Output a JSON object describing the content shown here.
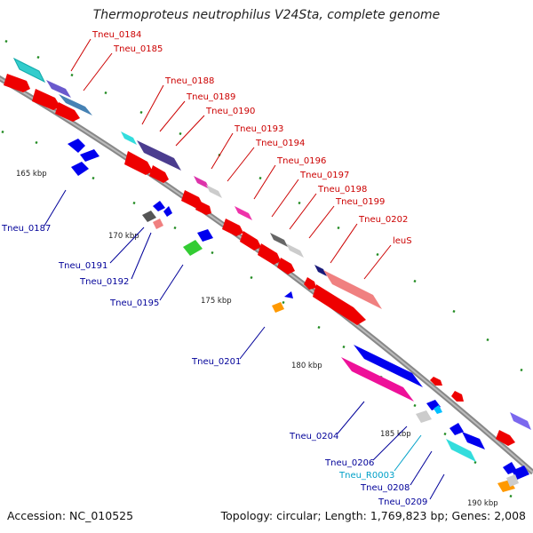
{
  "title": "Thermoproteus neutrophilus V24Sta, complete genome",
  "accession": "Accession: NC_010525",
  "topology": "Topology: circular; Length: 1,769,823 bp; Genes: 2,008",
  "colors": {
    "forward_label": "#cc0000",
    "reverse_label": "#000099",
    "rna_label": "#00a0c8",
    "backbone": "#888888",
    "tick": "#228b22"
  },
  "ruler_labels": [
    "165 kbp",
    "170 kbp",
    "175 kbp",
    "180 kbp",
    "185 kbp",
    "190 kbp"
  ],
  "forward_genes": [
    "Tneu_0184",
    "Tneu_0185",
    "Tneu_0188",
    "Tneu_0189",
    "Tneu_0190",
    "Tneu_0193",
    "Tneu_0194",
    "Tneu_0196",
    "Tneu_0197",
    "Tneu_0198",
    "Tneu_0199",
    "Tneu_0202",
    "leuS"
  ],
  "reverse_genes": [
    "Tneu_0187",
    "Tneu_0191",
    "Tneu_0192",
    "Tneu_0195",
    "Tneu_0201",
    "Tneu_0204",
    "Tneu_0206",
    "Tneu_0208",
    "Tneu_0209"
  ],
  "rna_genes": [
    "Tneu_R0003"
  ]
}
